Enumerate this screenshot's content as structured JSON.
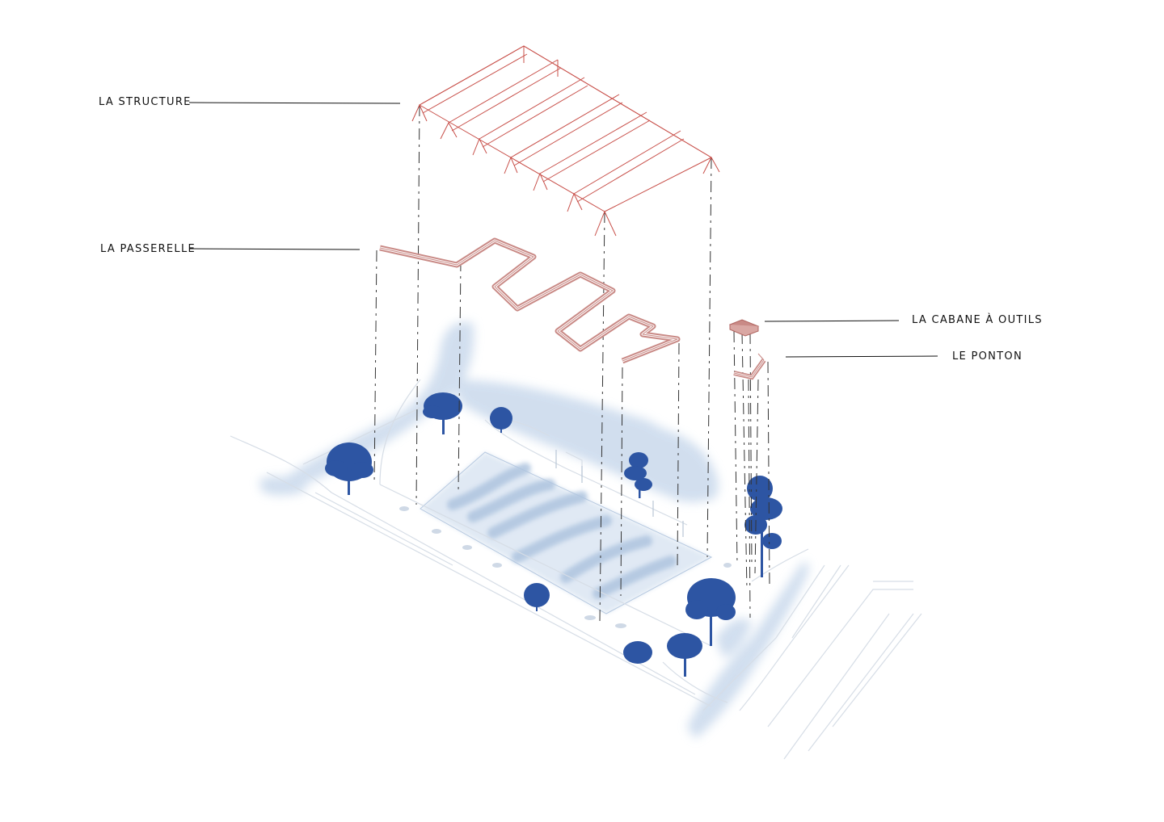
{
  "labels": {
    "structure": "LA STRUCTURE",
    "passerelle": "LA PASSERELLE",
    "cabane": "LA CABANE À OUTILS",
    "ponton": "LE PONTON"
  },
  "colors": {
    "structure": "#c8504a",
    "passerelle": "#c98a86",
    "trees": "#2d55a3",
    "water": "#c9d9ec",
    "ground_lines": "#d6dde6",
    "leaders": "#111111",
    "dashes": "#333333"
  },
  "icons": {
    "tree": "tree-icon",
    "shrub": "shrub-icon"
  }
}
